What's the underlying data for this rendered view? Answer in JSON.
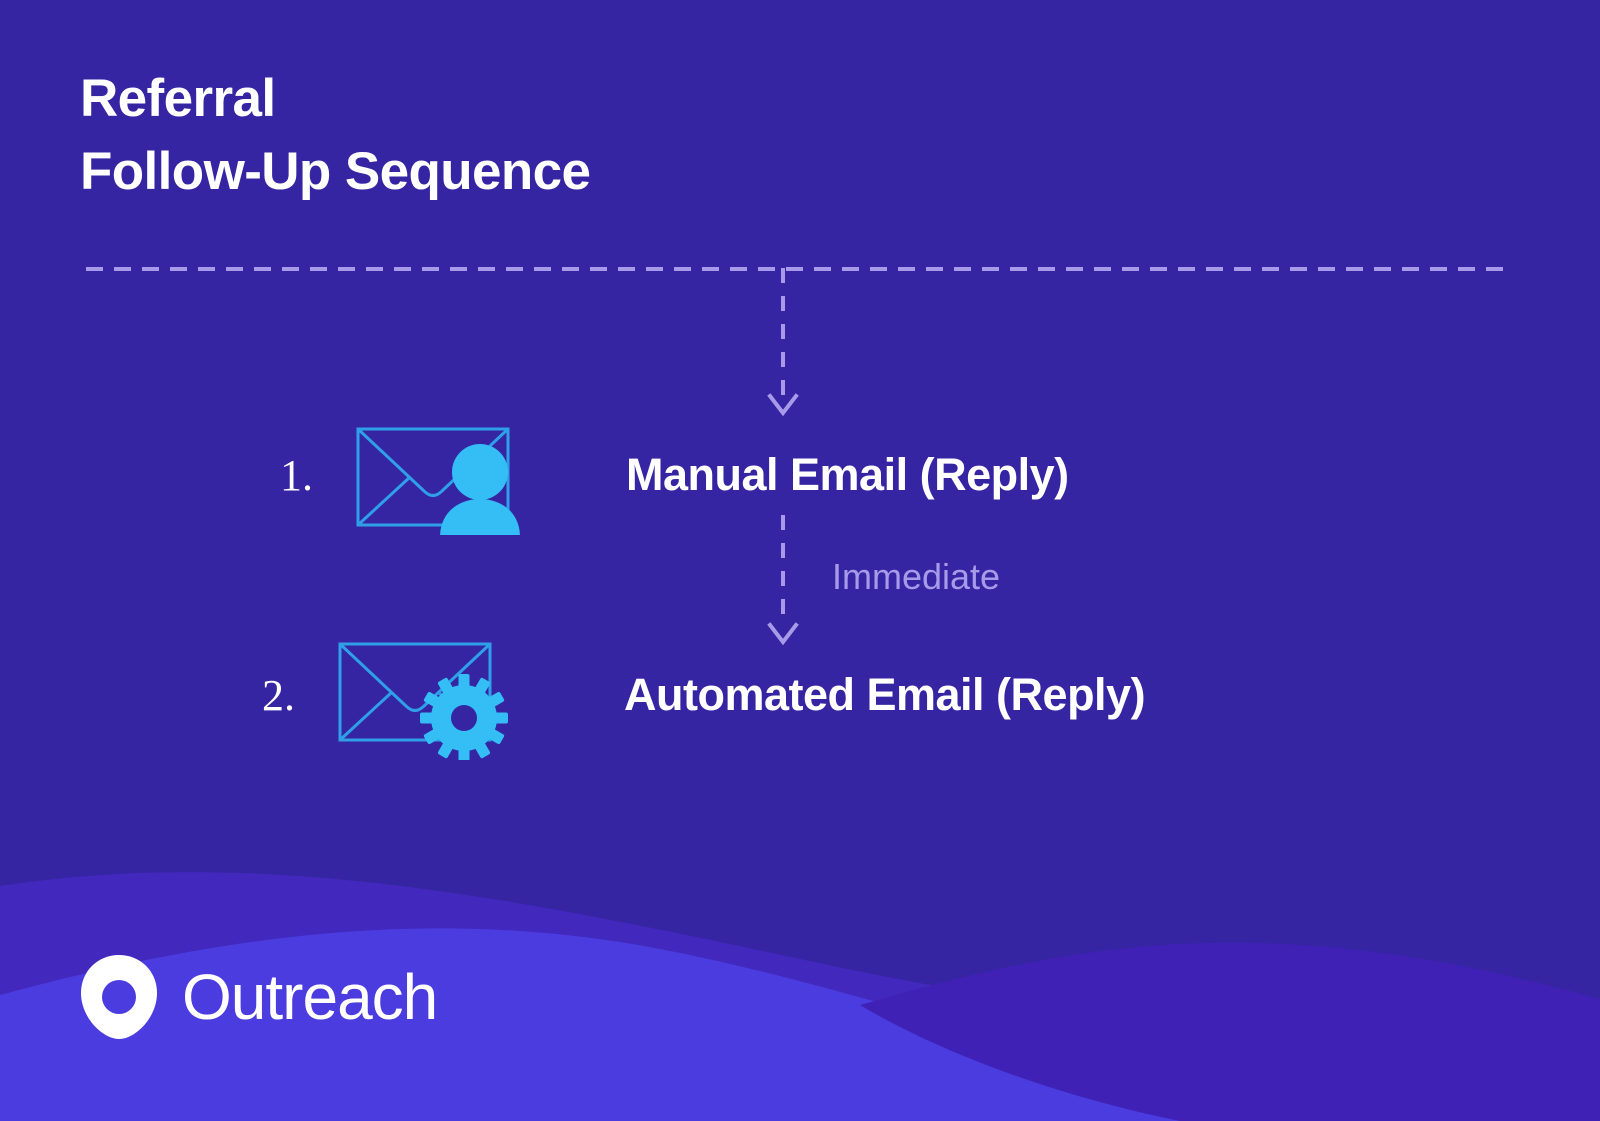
{
  "slide": {
    "title_line_1": "Referral",
    "title_line_2": "Follow-Up Sequence",
    "background_color": "#3525a3"
  },
  "sequence": {
    "steps": [
      {
        "number": "1.",
        "label": "Manual Email (Reply)",
        "icon": "envelope-person-icon",
        "icon_color": "#35bdf5"
      },
      {
        "number": "2.",
        "label": "Automated Email (Reply)",
        "icon": "envelope-gear-icon",
        "icon_color": "#35bdf5"
      }
    ],
    "delays": [
      {
        "label": "Immediate",
        "color": "#a79ae8"
      }
    ],
    "connector_color": "#a79ae8"
  },
  "branding": {
    "logo_name": "outreach-logo",
    "wordmark": "Outreach",
    "wave_colors": {
      "wave_bright": "#4b3ce0",
      "wave_mid": "#4228bd",
      "wave_dark": "#3f21b5"
    }
  }
}
